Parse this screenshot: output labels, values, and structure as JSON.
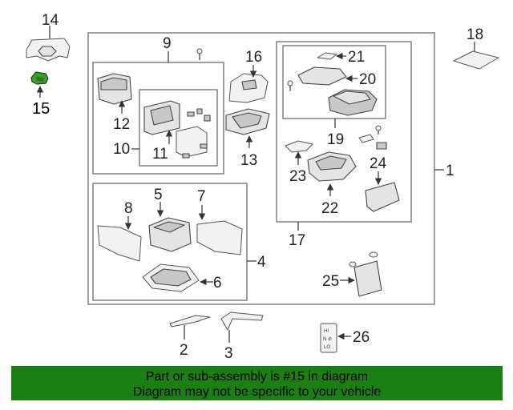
{
  "highlighted_part": "15",
  "callouts": {
    "c1": "1",
    "c2": "2",
    "c3": "3",
    "c4": "4",
    "c5": "5",
    "c6": "6",
    "c7": "7",
    "c8": "8",
    "c9": "9",
    "c10": "10",
    "c11": "11",
    "c12": "12",
    "c13": "13",
    "c14": "14",
    "c15": "15",
    "c16": "16",
    "c17": "17",
    "c18": "18",
    "c19": "19",
    "c20": "20",
    "c21": "21",
    "c22": "22",
    "c23": "23",
    "c24": "24",
    "c25": "25",
    "c26": "26"
  },
  "switch_labels": {
    "hi": "HI",
    "mid": "N ⊘",
    "lo": "LO"
  },
  "banner": {
    "line1": "Part or sub-assembly is #15 in diagram",
    "line2": "Diagram may not be specific to your vehicle"
  },
  "colors": {
    "highlight": "#3aa02e",
    "banner_bg": "#1b7f14"
  }
}
